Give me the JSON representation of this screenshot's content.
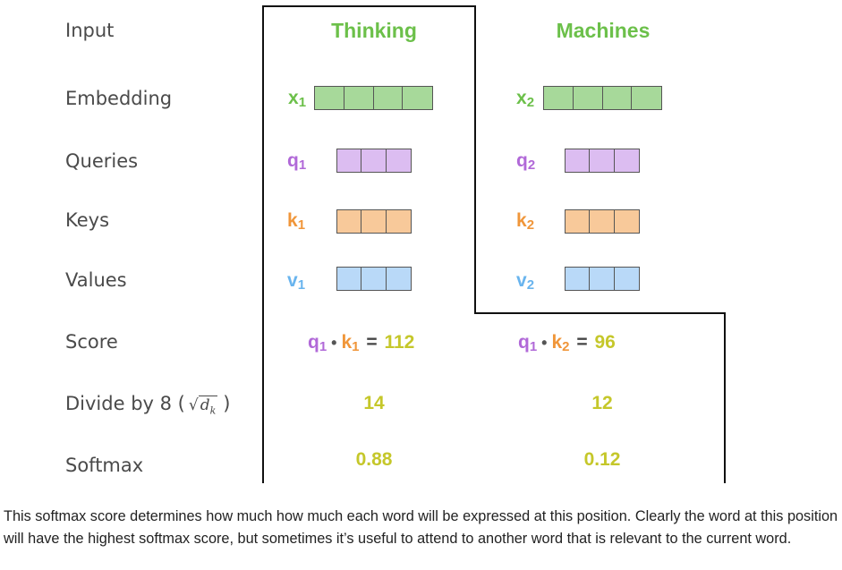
{
  "row_labels": {
    "input": "Input",
    "embedding": "Embedding",
    "queries": "Queries",
    "keys": "Keys",
    "values": "Values",
    "score": "Score",
    "divide_prefix": "Divide by 8 (",
    "divide_sqrt": "d",
    "divide_sqrt_sub": "k",
    "divide_suffix": ")",
    "softmax": "Softmax"
  },
  "words": [
    {
      "text": "Thinking",
      "embedding_label": "x",
      "embedding_sub": "1",
      "query_label": "q",
      "query_sub": "1",
      "key_label": "k",
      "key_sub": "1",
      "value_label": "v",
      "value_sub": "1",
      "score_q": "q",
      "score_q_sub": "1",
      "score_dot": "•",
      "score_k": "k",
      "score_k_sub": "1",
      "score_eq": "=",
      "score_value": "112",
      "divided": "14",
      "softmax": "0.88"
    },
    {
      "text": "Machines",
      "embedding_label": "x",
      "embedding_sub": "2",
      "query_label": "q",
      "query_sub": "2",
      "key_label": "k",
      "key_sub": "2",
      "value_label": "v",
      "value_sub": "2",
      "score_q": "q",
      "score_q_sub": "1",
      "score_dot": "•",
      "score_k": "k",
      "score_k_sub": "2",
      "score_eq": "=",
      "score_value": "96",
      "divided": "12",
      "softmax": "0.12"
    }
  ],
  "vector_colors": {
    "embedding": "#a7d99a",
    "query": "#dcbdf1",
    "key": "#f8c99a",
    "value": "#b9d9f8"
  },
  "caption": "This softmax score determines how much how much each word will be expressed at this position. Clearly the word at this position will have the highest softmax score, but sometimes it’s useful to attend to another word that is relevant to the current word."
}
